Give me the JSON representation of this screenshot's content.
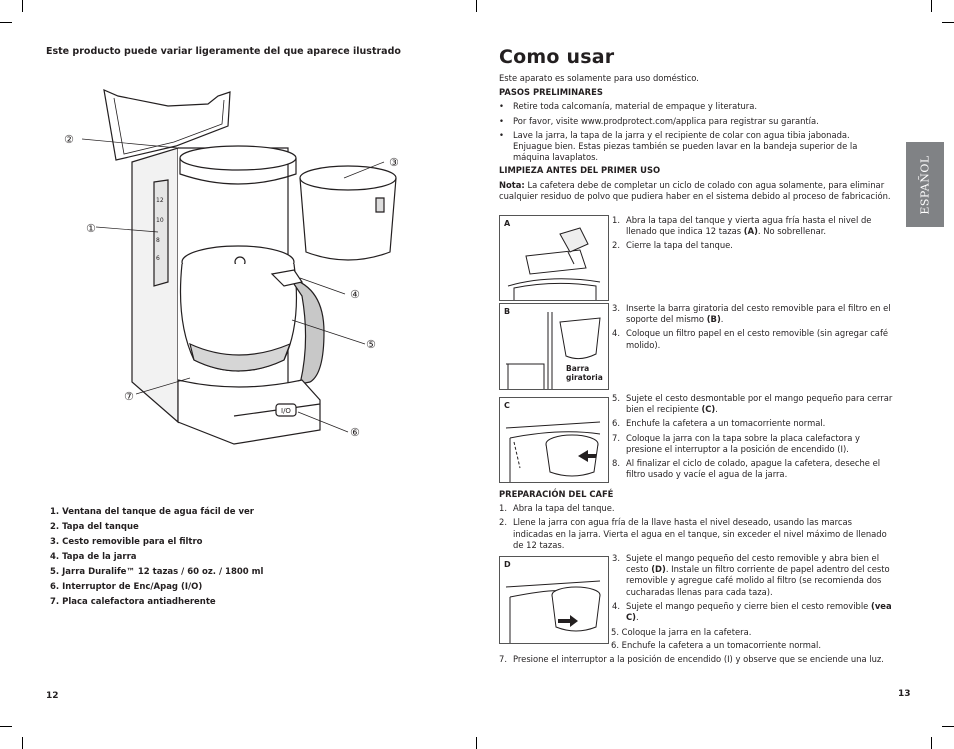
{
  "left_page": {
    "note": "Este producto puede variar ligeramente del que aparece ilustrado",
    "callouts": [
      "②",
      "①",
      "③",
      "④",
      "⑤",
      "⑦",
      "⑥"
    ],
    "parts": [
      "1.  Ventana del tanque de agua fácil de ver",
      "2.  Tapa del tanque",
      "3.  Cesto removible para el filtro",
      "4.  Tapa de la jarra",
      "5.   Jarra Duralife™ 12 tazas / 60 oz. / 1800 ml",
      "6.  Interruptor de Enc/Apag (I/O)",
      "7.  Placa calefactora antiadherente"
    ],
    "page_number": "12"
  },
  "right_page": {
    "title": "Como usar",
    "intro": "Este aparato es solamente para uso doméstico.",
    "section1": {
      "heading": "PASOS PRELIMINARES",
      "bullets": [
        "Retire toda calcomanía, material de empaque y literatura.",
        "Por favor, visite www.prodprotect.com/applica para registrar su garantía.",
        "Lave la jarra, la tapa de la jarra y el recipiente de colar con agua tibia jabonada. Enjuague bien. Estas piezas también se pueden lavar en la bandeja superior de la máquina lavaplatos."
      ]
    },
    "section2": {
      "heading": "LIMPIEZA ANTES DEL PRIMER USO",
      "note_label": "Nota:",
      "note_text": " La cafetera debe de completar un ciclo de colado con agua solamente, para eliminar cualquier residuo de polvo que pudiera haber en el sistema debido al proceso de fabricación.",
      "figA": "A",
      "figB": "B",
      "figB_label": "Barra giratoria",
      "figC": "C",
      "stepsA": [
        {
          "n": "1.",
          "pre": "Abra la tapa del tanque y vierta agua fría hasta el nivel de llenado que indica 12 tazas ",
          "bold": "(A)",
          "post": ". No sobrellenar."
        },
        {
          "n": "2.",
          "pre": "Cierre la tapa del tanque.",
          "bold": "",
          "post": ""
        }
      ],
      "stepsB": [
        {
          "n": "3.",
          "pre": "Inserte la barra giratoria del cesto removible para el filtro en el soporte del mismo ",
          "bold": "(B)",
          "post": "."
        },
        {
          "n": "4.",
          "pre": "Coloque un filtro papel en el cesto removible (sin agregar café molido).",
          "bold": "",
          "post": ""
        }
      ],
      "stepsC": [
        {
          "n": "5.",
          "pre": "Sujete el cesto desmontable por el mango pequeño para cerrar bien el recipiente ",
          "bold": "(C)",
          "post": "."
        },
        {
          "n": "6.",
          "pre": "Enchufe la cafetera a un tomacorriente normal.",
          "bold": "",
          "post": ""
        },
        {
          "n": "7.",
          "pre": "Coloque la jarra con la  tapa sobre la placa calefactora y presione el interruptor a la posición de encendido (I).",
          "bold": "",
          "post": ""
        },
        {
          "n": "8.",
          "pre": "Al finalizar el ciclo de colado, apague la cafetera, deseche el filtro usado y vacíe el agua de la jarra.",
          "bold": "",
          "post": ""
        }
      ]
    },
    "section3": {
      "heading": "PREPARACIÓN DEL CAFÉ",
      "steps": [
        {
          "n": "1.",
          "text": "Abra la tapa del tanque."
        },
        {
          "n": "2.",
          "text": "Llene la jarra con agua fría de la llave hasta el nivel deseado, usando las marcas indicadas en la jarra. Vierta el agua en el tanque, sin exceder el nivel máximo de llenado de 12 tazas."
        }
      ],
      "figD": "D",
      "stepsD": [
        {
          "n": "3.",
          "pre": "Sujete el mango pequeño del cesto removible y abra bien el cesto ",
          "bold": "(D)",
          "post": ". Instale un filtro corriente de papel adentro del cesto removible y agregue café molido al filtro (se recomienda dos cucharadas llenas para cada taza)."
        },
        {
          "n": "4.",
          "pre": "Sujete el mango pequeño y cierre bien el cesto removible ",
          "bold": "(vea C)",
          "post": "."
        }
      ],
      "tail": [
        "5. Coloque la jarra en la cafetera.",
        "6. Enchufe la cafetera a un tomacorriente normal."
      ],
      "final": {
        "n": "7.",
        "text": "Presione el interruptor a la posición de encendido (I) y observe que se enciende una luz."
      }
    },
    "side_tab": "ESPAÑOL",
    "page_number": "13"
  }
}
